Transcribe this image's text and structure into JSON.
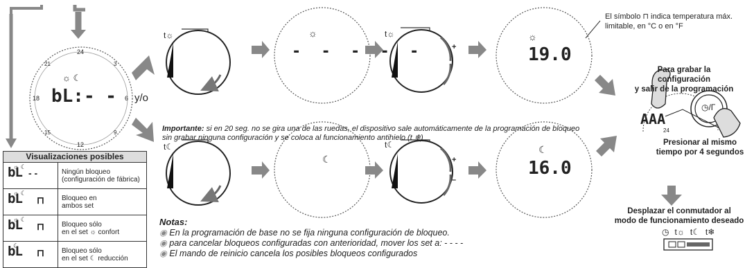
{
  "clock_numbers": {
    "top": "24",
    "left": "18",
    "right": "6",
    "bottom": "12",
    "tl": "21",
    "tr": "3",
    "bl": "15",
    "br": "9"
  },
  "main_display": {
    "text": "bL:- -",
    "and_or": "y/o"
  },
  "display_19": {
    "text": "19.0"
  },
  "display_16": {
    "text": "16.0"
  },
  "dial_labels": {
    "sun_set": "t☼",
    "moon_set": "t☾",
    "plus": "+",
    "minus": "–"
  },
  "symbol_note": {
    "line1": "El símbolo ⊓ indica temperatura máx.",
    "line2": "limitable, en °C o en °F"
  },
  "importante": {
    "label": "Importante:",
    "text": "si en 20 seg. no se gira una de las ruedas, el dispositivo sale automáticamente de la programación de bloqueo sin grabar ninguna configuración y se coloca al funcionamiento antihielo (t ❄)"
  },
  "right_panel": {
    "save_line1": "Para grabar la configuración",
    "save_line2": "y salir de la programación",
    "press_line1": "Presionar al mismo",
    "press_line2": "tiempo por 4 segundos",
    "switch_line1": "Desplazar el conmutador al",
    "switch_line2": "modo de funcionamiento deseado",
    "switch_modes": [
      "◷",
      "t☼",
      "t☾",
      "t❄"
    ],
    "hand_label": "24"
  },
  "table": {
    "title": "Visualizaciones posibles",
    "rows": [
      {
        "line1": "Ningún bloqueo",
        "line2": "(configuración de fábrica)"
      },
      {
        "line1": "Bloqueo en",
        "line2": "ambos set"
      },
      {
        "line1": "Bloqueo sólo",
        "line2": "en el set ☼ confort"
      },
      {
        "line1": "Bloqueo sólo",
        "line2": "en el set ☾ reducción"
      }
    ],
    "symbols": {
      "bl": "bL",
      "padlock": "⊓",
      "dash": "- -"
    }
  },
  "notes": {
    "title": "Notas:",
    "items": [
      "En la programación de base no se fija ninguna configuración de bloqueo.",
      "para cancelar bloqueos configuradas con anterioridad, mover los set  a: - - - -",
      "El mando de reinicio cancela los posibles bloqueos configurados"
    ]
  }
}
